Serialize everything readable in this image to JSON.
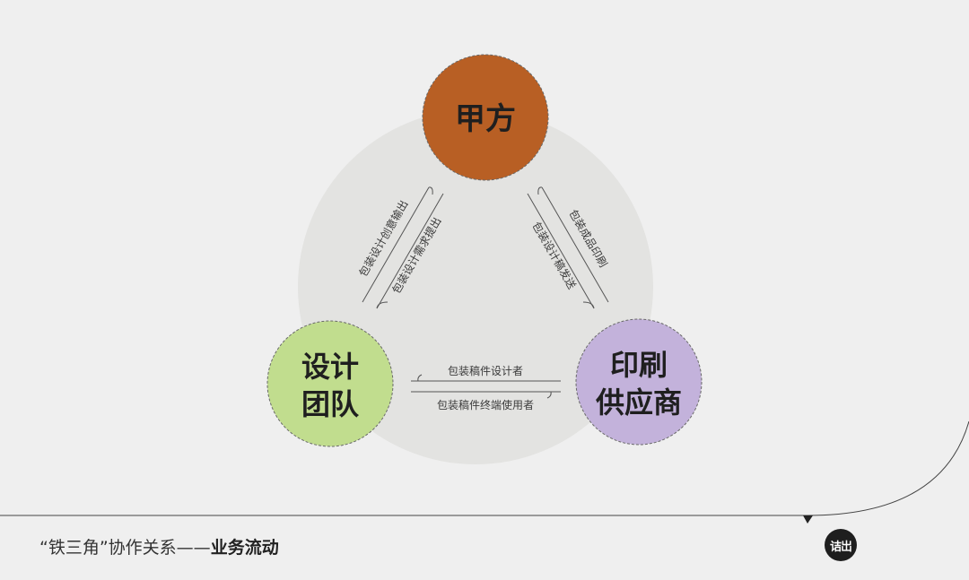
{
  "nodes": {
    "top": {
      "label": "甲方",
      "color": "#b85f24"
    },
    "left": {
      "line1": "设计",
      "line2": "团队",
      "color": "#c1dd8e"
    },
    "right": {
      "line1": "印刷",
      "line2": "供应商",
      "color": "#c3b2db"
    }
  },
  "edges": {
    "left_outer": "包装设计创意输出",
    "left_inner": "包装设计需求提出",
    "right_outer": "包装成品印刷",
    "right_inner": "包装设计稿发送",
    "bottom_top": "包装稿件设计者",
    "bottom_bottom": "包装稿件终端使用者"
  },
  "caption": {
    "prefix": "“铁三角”协作关系——",
    "bold": "业务流动"
  },
  "logo": {
    "text": "诘岀"
  },
  "colors": {
    "background": "#efefef",
    "big_circle": "#e3e3e1",
    "line": "#555555"
  }
}
